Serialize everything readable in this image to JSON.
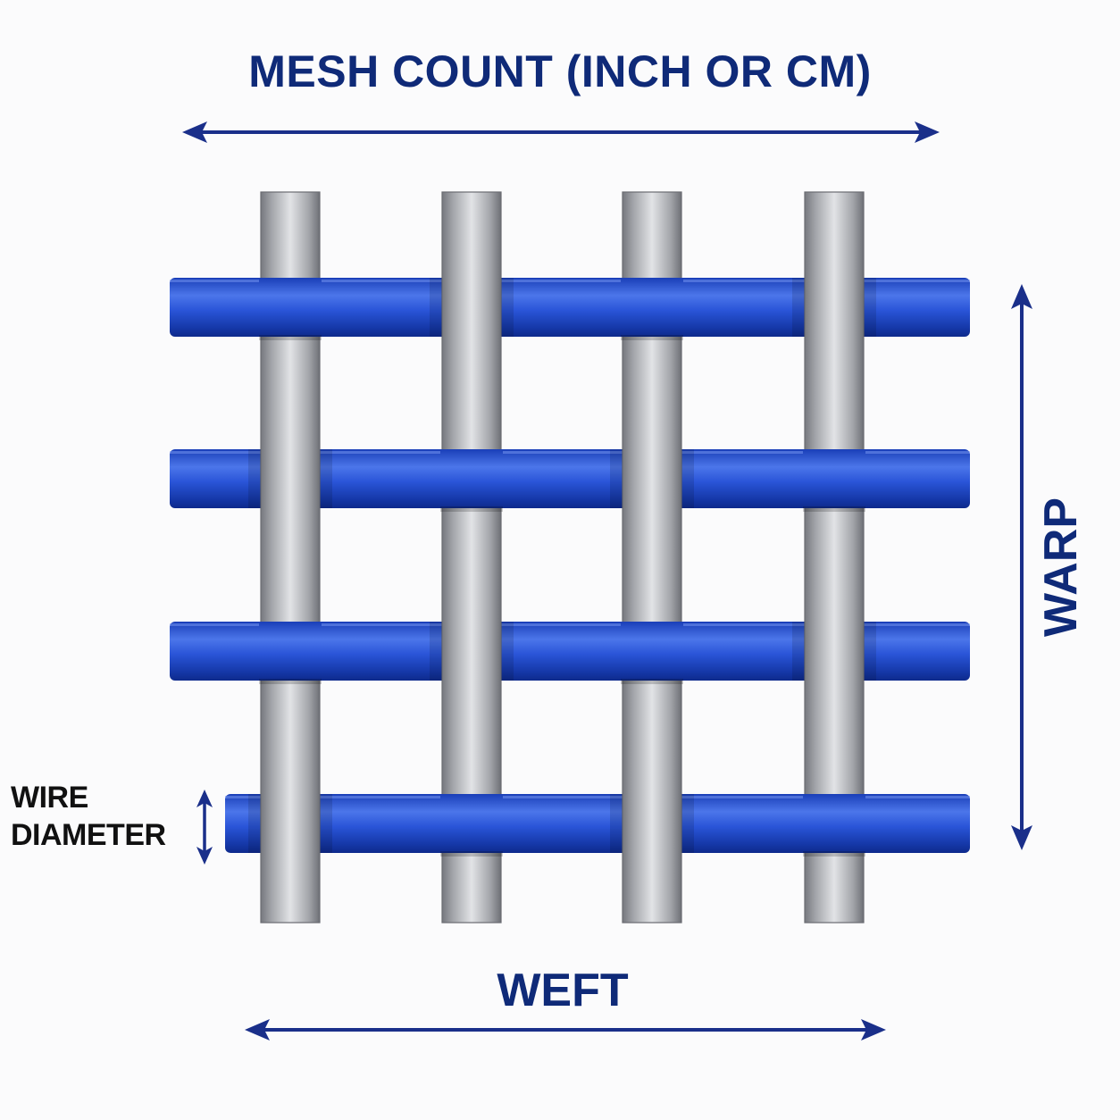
{
  "labels": {
    "mesh_count": "MESH COUNT (INCH OR CM)",
    "warp": "WARP",
    "weft": "WEFT",
    "wire_line1": "WIRE",
    "wire_line2": "DIAMETER"
  },
  "colors": {
    "label_blue": "#0f2a78",
    "wire_label": "#111111",
    "arrow_blue": "#1a2f8a",
    "weft_wire": "#1f47c8",
    "weft_wire_highlight": "#5a82f0",
    "weft_wire_shadow": "#0e2a8c",
    "warp_wire": "#a9abb0",
    "warp_wire_highlight": "#e4e5e8",
    "warp_wire_shadow": "#6e7076",
    "background": "#fbfbfc"
  },
  "icons": [
    "double-arrow-horizontal",
    "double-arrow-vertical",
    "small-double-arrow-vertical"
  ]
}
